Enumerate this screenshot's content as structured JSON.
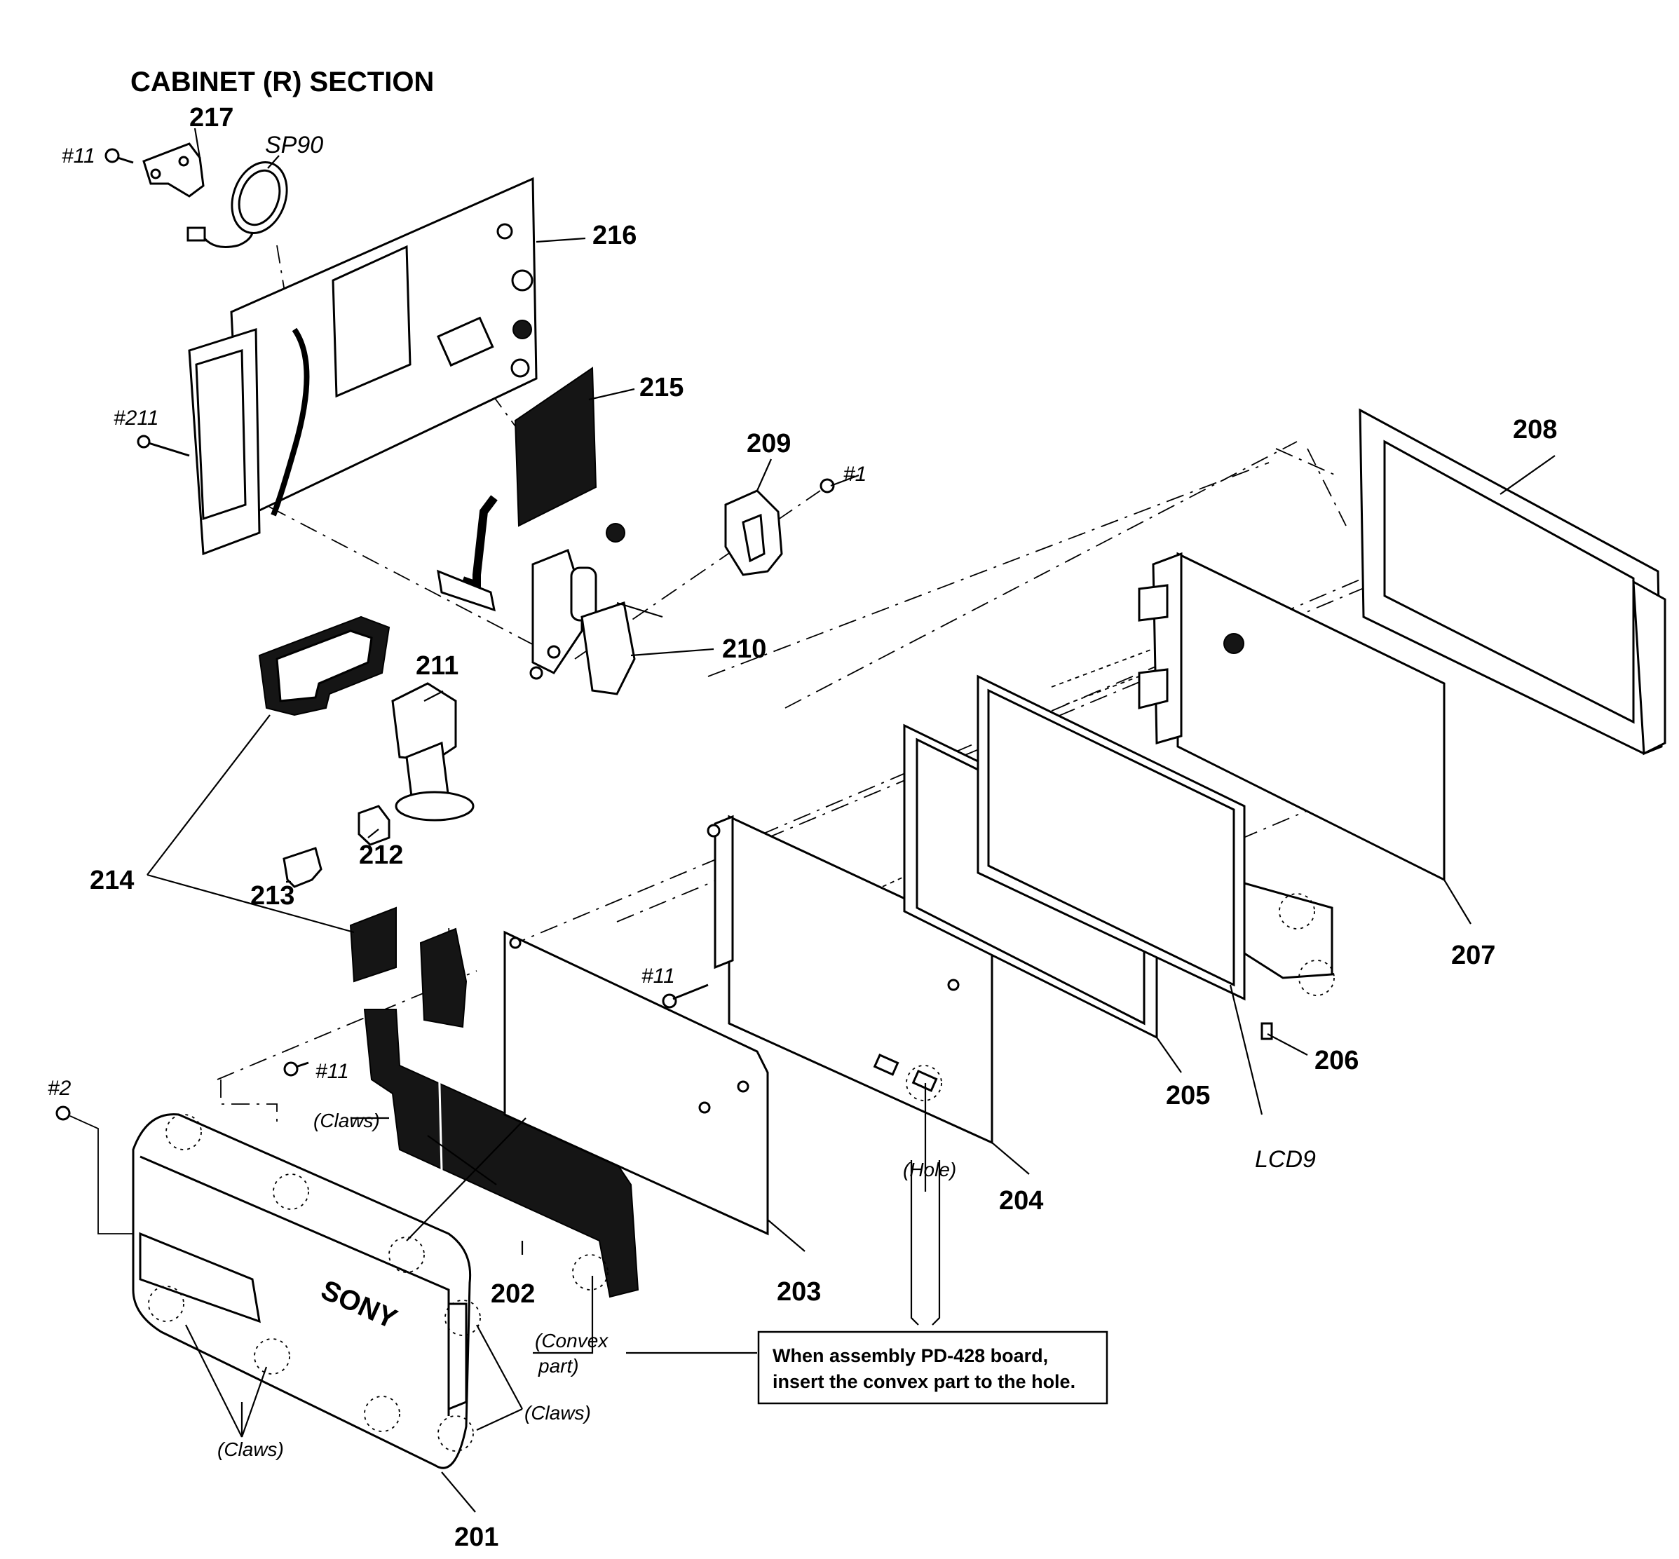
{
  "title": "CABINET (R) SECTION",
  "labels": {
    "p201": "201",
    "p202": "202",
    "p203": "203",
    "p204": "204",
    "p205": "205",
    "p206": "206",
    "p207": "207",
    "p208": "208",
    "p209": "209",
    "p210": "210",
    "p211": "211",
    "p212": "212",
    "p213": "213",
    "p214": "214",
    "p215": "215",
    "p216": "216",
    "p217": "217",
    "sp90": "SP90",
    "lcd9": "LCD9"
  },
  "screws": {
    "s11_top": "#11",
    "s211": "#211",
    "s1": "#1",
    "s11_mid": "#11",
    "s11_low": "#11",
    "s2": "#2"
  },
  "annotations": {
    "claws_top": "(Claws)",
    "claws_right": "(Claws)",
    "claws_bottom": "(Claws)",
    "hole": "(Hole)",
    "convex_1": "(Convex",
    "convex_2": "part)"
  },
  "note": {
    "line1": "When assembly PD-428 board,",
    "line2": "insert the convex part to the hole."
  },
  "brand": "SONY"
}
